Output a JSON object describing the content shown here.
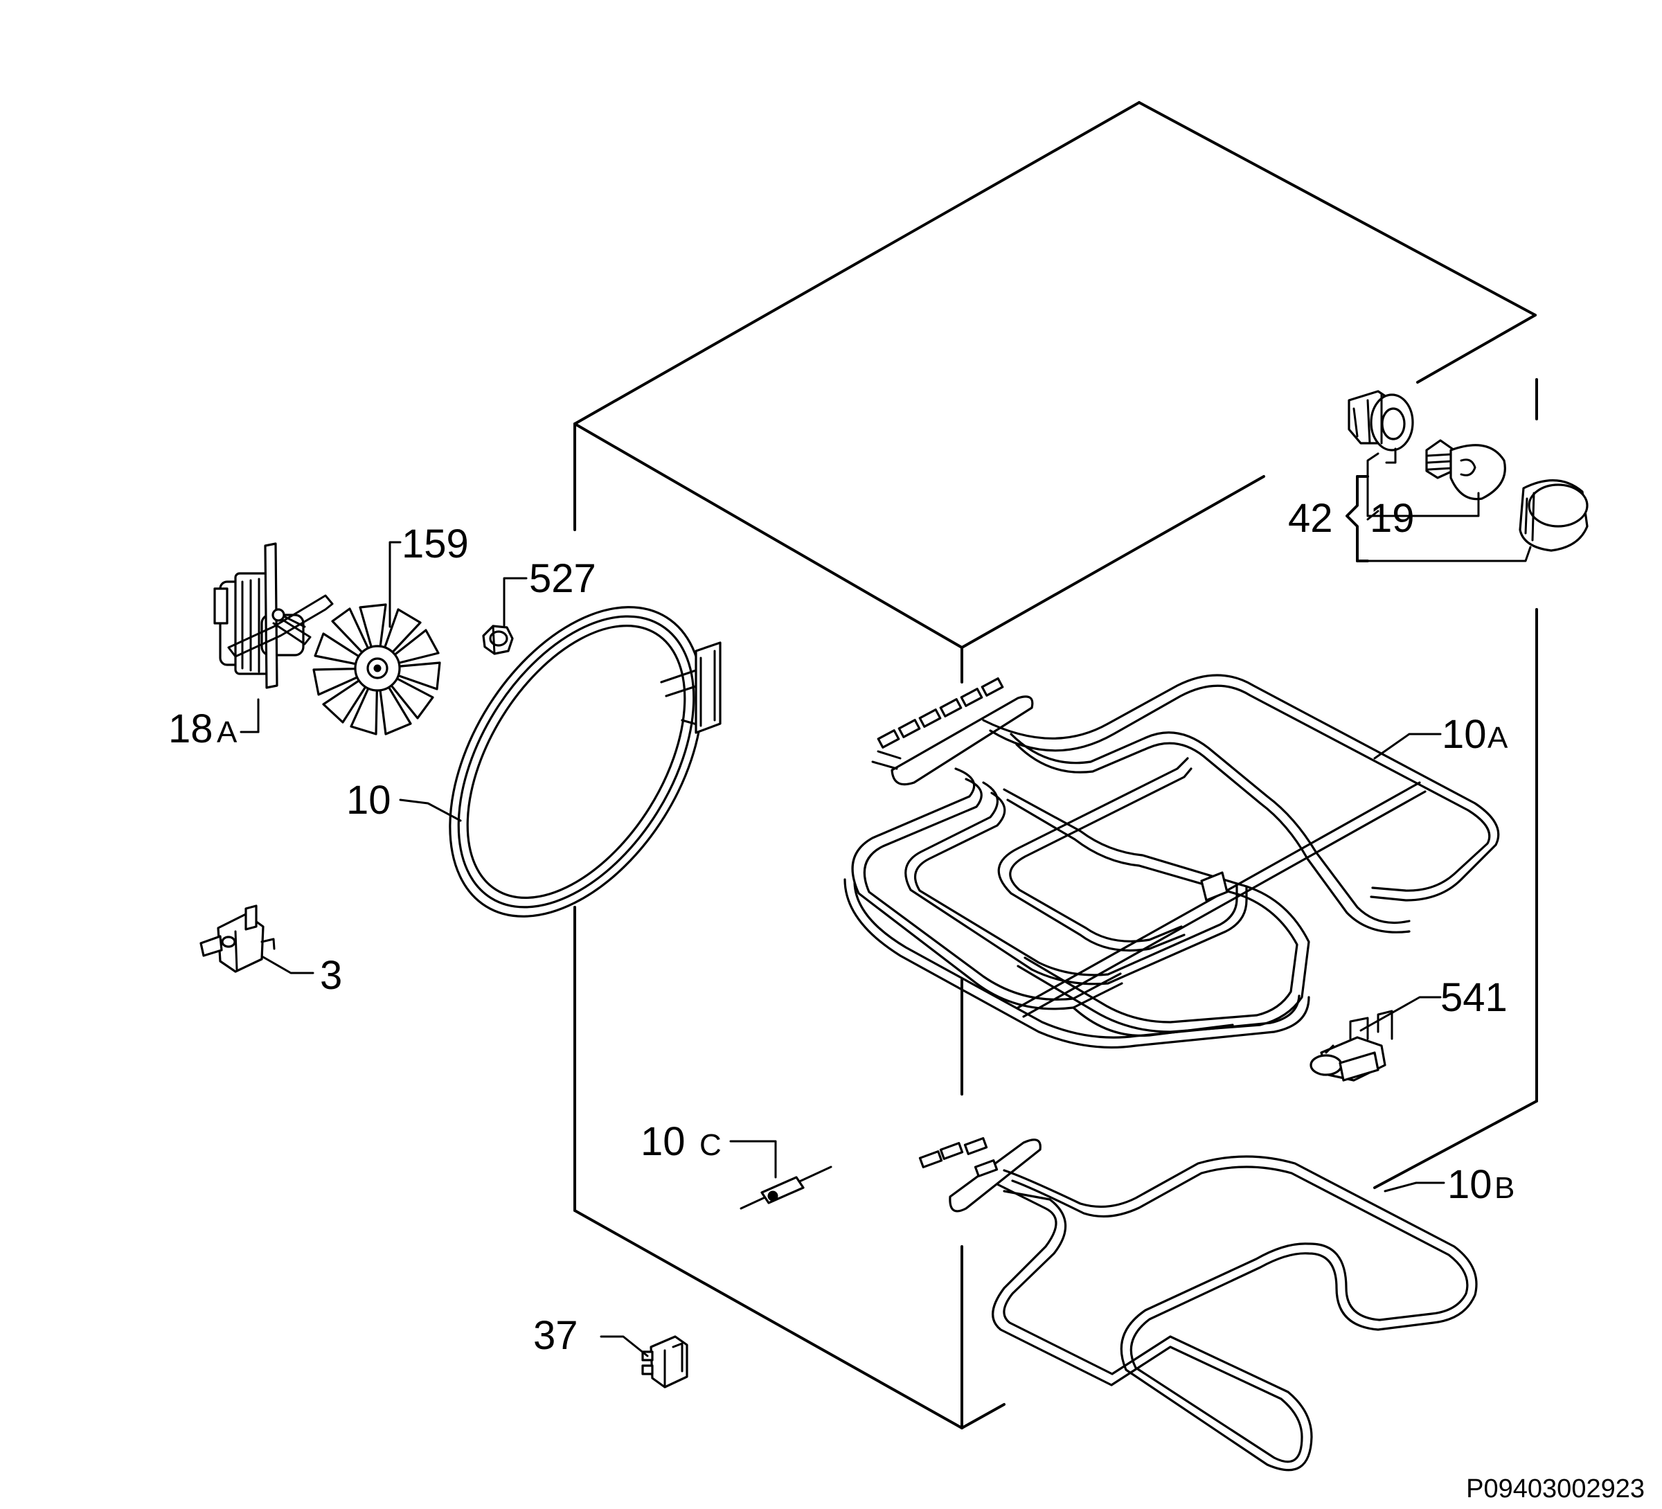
{
  "diagram": {
    "labels": {
      "fan_motor_num": "18",
      "fan_motor_suffix": "A",
      "fan_blade": "159",
      "nut": "527",
      "circular_element": "10",
      "thermostat": "3",
      "lamp_group": "42",
      "lamp": "19",
      "top_element_num": "10",
      "top_element_suffix": "A",
      "sensor": "541",
      "sensor_probe_num": "10",
      "sensor_probe_suffix": "C",
      "bottom_element_num": "10",
      "bottom_element_suffix": "B",
      "switch": "37"
    },
    "drawing_code": "P09403002923"
  }
}
